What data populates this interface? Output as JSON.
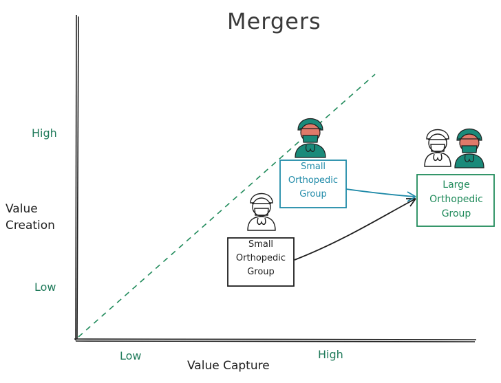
{
  "title": "Mergers",
  "axes": {
    "x_label": "Value Capture",
    "y_label_line1": "Value",
    "y_label_line2": "Creation",
    "x_low": "Low",
    "x_high": "High",
    "y_low": "Low",
    "y_high": "High"
  },
  "boxes": {
    "small_group_1": {
      "line1": "Small",
      "line2": "Orthopedic",
      "line3": "Group"
    },
    "small_group_2": {
      "line1": "Small",
      "line2": "Orthopedic",
      "line3": "Group"
    },
    "large_group": {
      "line1": "Large",
      "line2": "Orthopedic",
      "line3": "Group"
    }
  },
  "colors": {
    "axis": "#1e1e1e",
    "green_accent": "#1f8a5a",
    "teal_accent": "#1f8aa8",
    "surgeon_teal": "#1a8a7a",
    "skin": "#e07a6a"
  },
  "icons": [
    "surgeon-outline-icon",
    "surgeon-teal-icon"
  ]
}
